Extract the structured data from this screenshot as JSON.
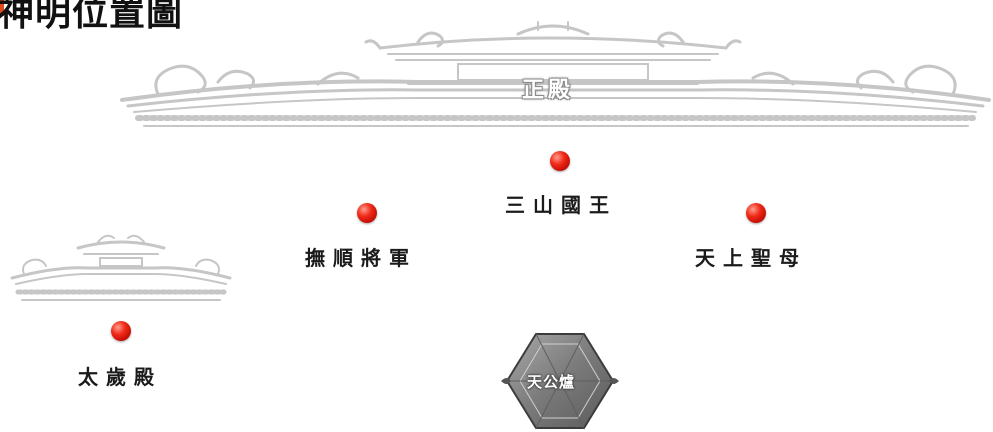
{
  "page_title": "神明位置圖",
  "halls": {
    "main_hall_label": "正殿",
    "tai_sui_hall_label": "太歲殿"
  },
  "deities": {
    "san_shan_guo_wang": "三山國王",
    "fu_shun_jiang_jun": "撫順將軍",
    "tian_shang_sheng_mu": "天上聖母",
    "tai_sui_dian": "太歲殿"
  },
  "censer_label": "天公爐",
  "colors": {
    "marker_red": "#e0221a",
    "roof_gray": "#c8c8c8",
    "censer_gray": "#7d7d7d",
    "title_accent": "#e14a1e"
  }
}
